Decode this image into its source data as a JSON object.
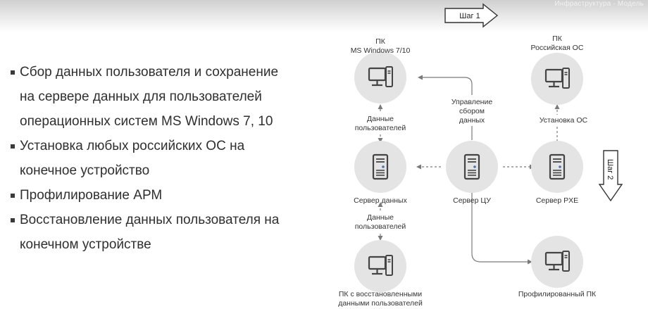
{
  "header": {
    "corner_text": "Инфраструктура · Модель"
  },
  "bullets": [
    "Сбор данных пользователя и сохранение на сервере данных для пользователей операционных систем MS Windows 7, 10",
    "Установка любых российских ОС на конечное устройство",
    "Профилирование АРМ",
    "Восстановление данных пользователя на конечном устройстве"
  ],
  "steps": {
    "step1": "Шаг 1",
    "step2": "Шаг 2"
  },
  "nodes": {
    "pc_windows": {
      "line1": "ПК",
      "line2": "MS Windows 7/10",
      "icon": "computer-icon"
    },
    "pc_russian": {
      "line1": "ПК",
      "line2": "Российская ОС",
      "icon": "computer-icon"
    },
    "data_server": {
      "label": "Сервер данных",
      "icon": "server-icon"
    },
    "cu_server": {
      "label": "Сервер ЦУ",
      "icon": "server-icon"
    },
    "pxe_server": {
      "label": "Сервер PXE",
      "icon": "server-icon"
    },
    "pc_restored": {
      "line1": "ПК с восстановленными",
      "line2": "данными пользователей",
      "icon": "computer-icon"
    },
    "pc_profiled": {
      "label": "Профилированный ПК",
      "icon": "computer-icon"
    }
  },
  "edge_labels": {
    "user_data_top": {
      "line1": "Данные",
      "line2": "пользователей"
    },
    "management": {
      "line1": "Управление",
      "line2": "сбором",
      "line3": "данных"
    },
    "os_install": "Установка ОС",
    "user_data_bottom": {
      "line1": "Данные",
      "line2": "пользователей"
    }
  },
  "colors": {
    "node_fill": "#e4e4e4",
    "server_accent": "#4a6fb5",
    "arrow": "#7a7a7a"
  }
}
